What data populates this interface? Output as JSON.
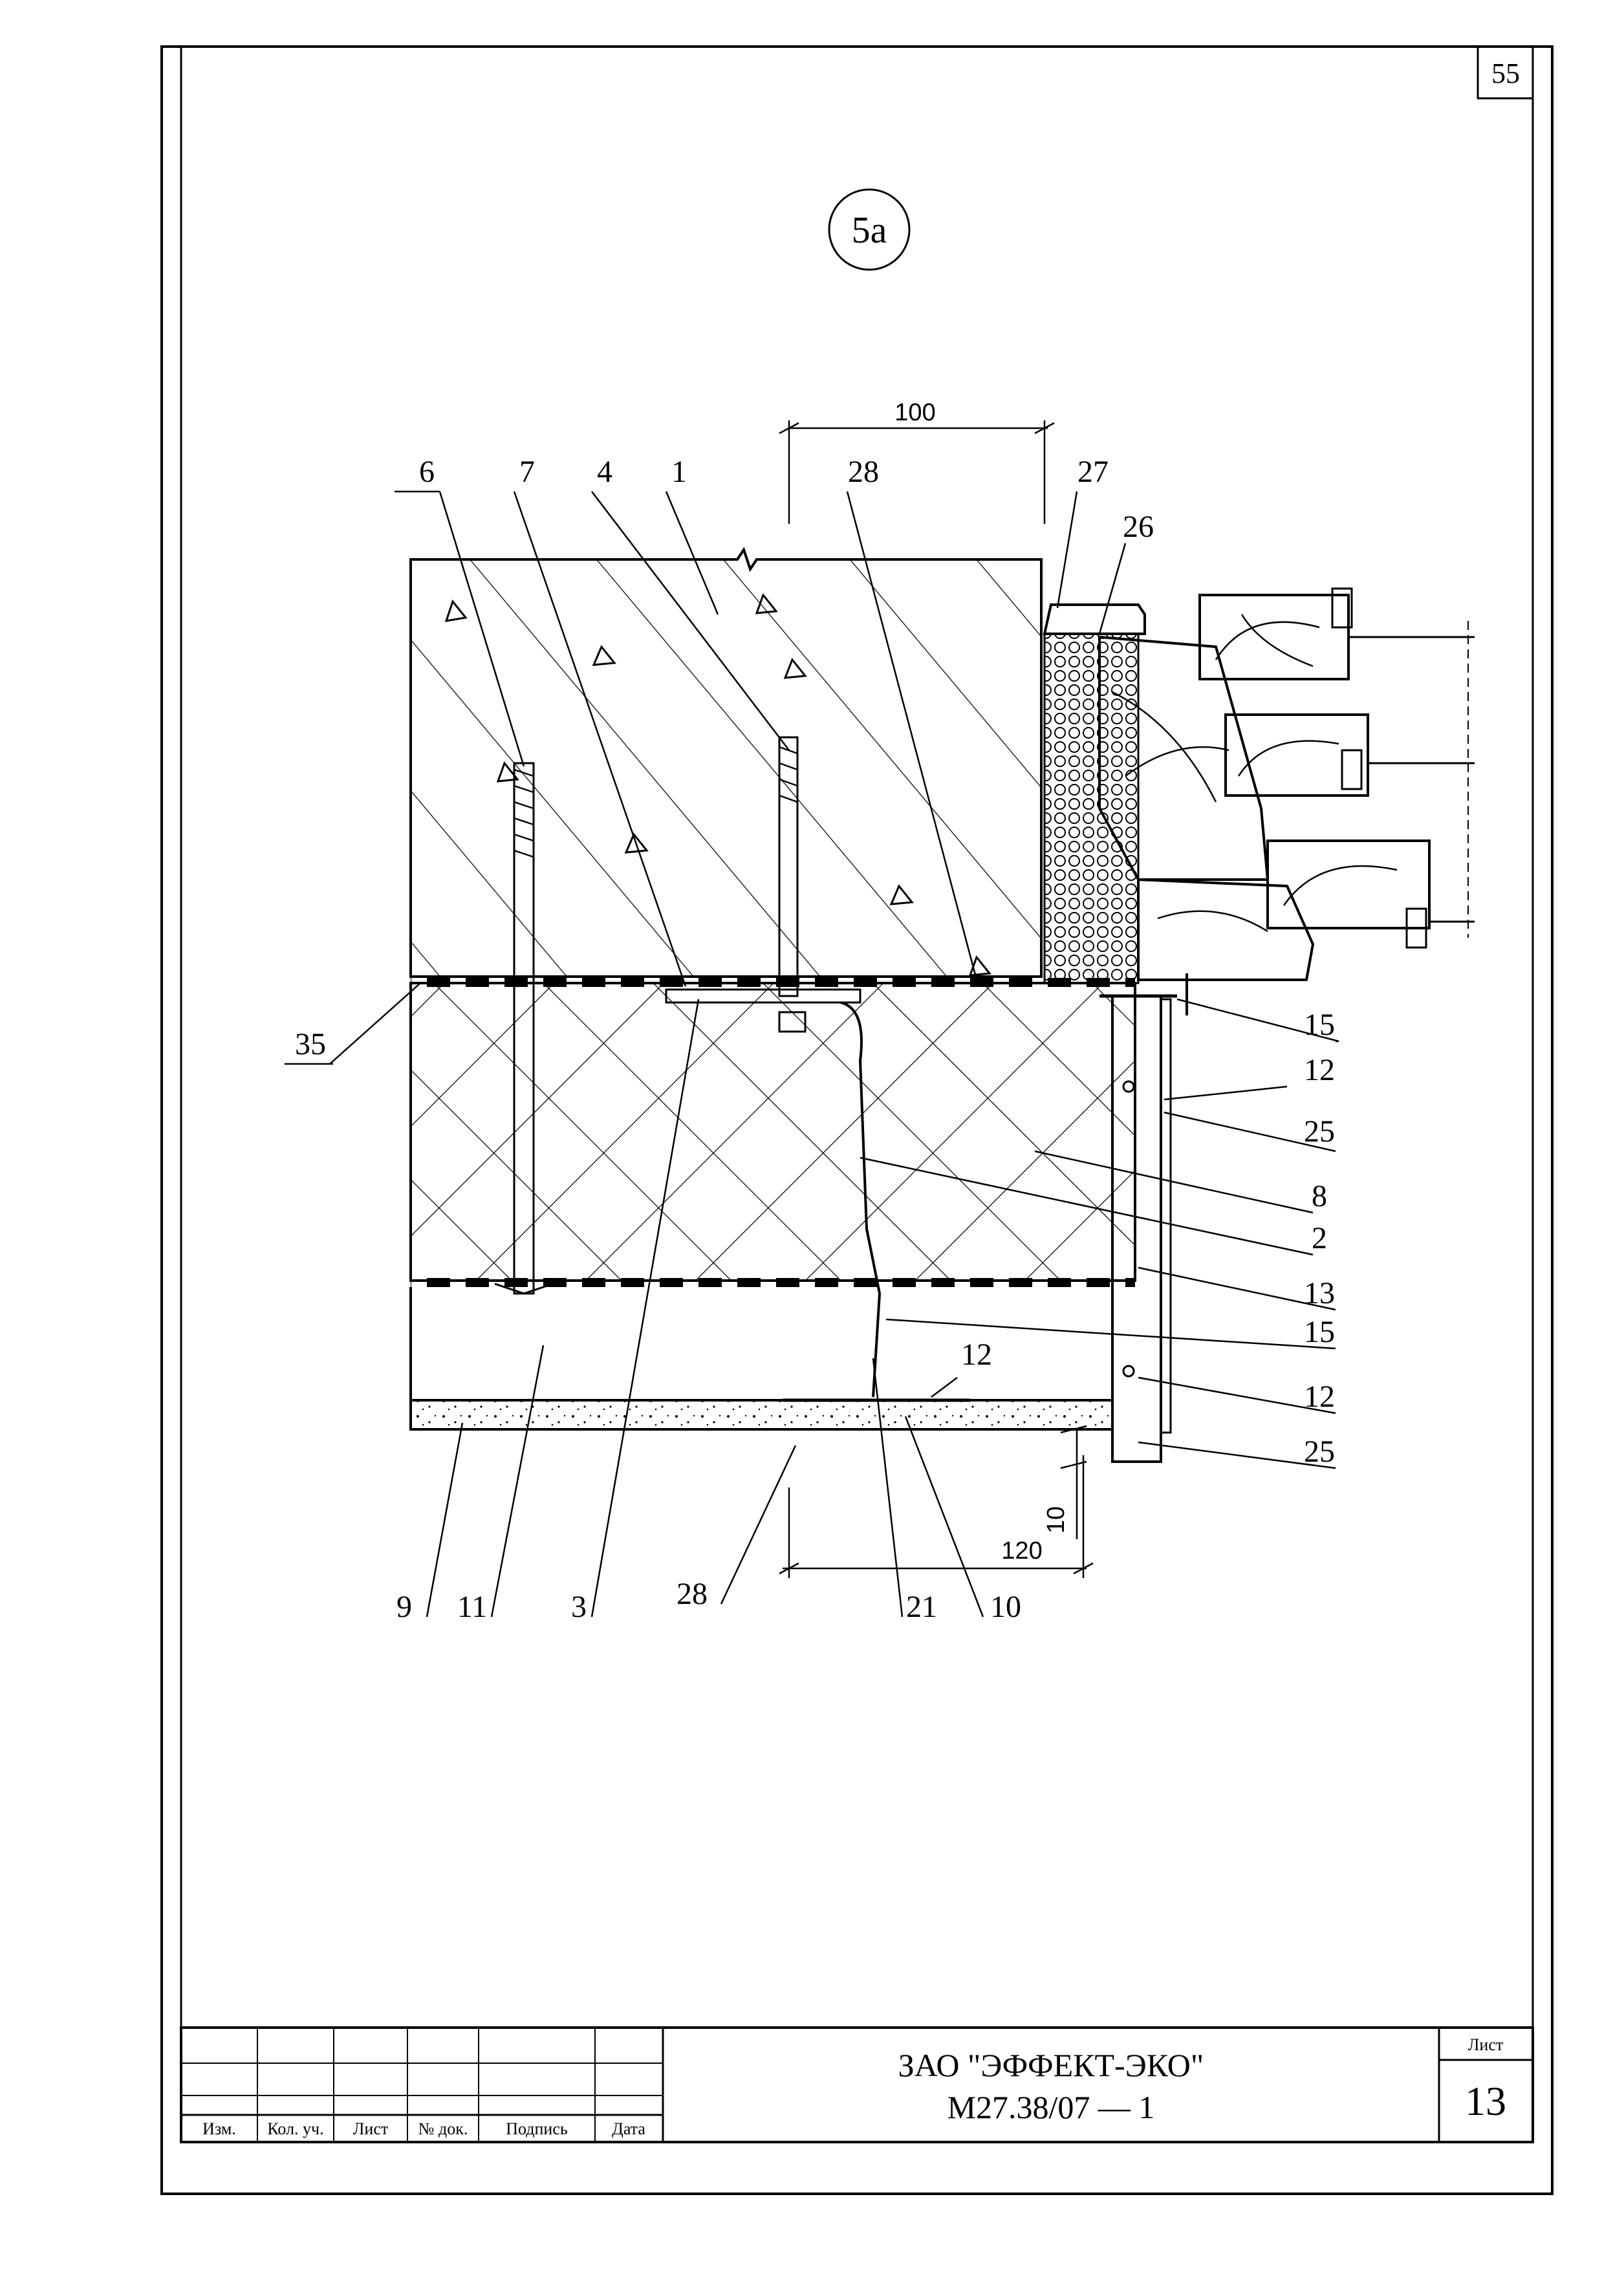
{
  "sheet": {
    "page_number": "55",
    "detail_marker": "5а"
  },
  "callouts": {
    "top": [
      "6",
      "7",
      "4",
      "1",
      "28",
      "27",
      "26"
    ],
    "left": [
      "35"
    ],
    "right": [
      "15",
      "12",
      "25",
      "8",
      "2",
      "13",
      "15",
      "12",
      "25"
    ],
    "right_inner": [
      "12"
    ],
    "bottom": [
      "9",
      "11",
      "3",
      "28",
      "21",
      "10"
    ]
  },
  "dimensions": {
    "top": "100",
    "bottom": "120",
    "vertical": "10"
  },
  "title_block": {
    "headers": [
      "Изм.",
      "Кол. уч.",
      "Лист",
      "№ док.",
      "Подпись",
      "Дата"
    ],
    "organization": "ЗАО \"ЭФФЕКТ-ЭКО\"",
    "document_code": "М27.38/07  —  1",
    "sheet_label": "Лист",
    "sheet_number": "13"
  },
  "colors": {
    "line": "#000000",
    "background": "#ffffff"
  }
}
